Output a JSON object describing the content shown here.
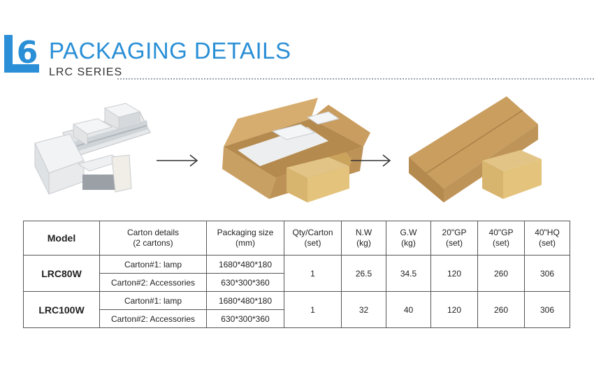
{
  "header": {
    "logo_glyph": "6",
    "title": "PACKAGING DETAILS",
    "subtitle": "LRC SERIES",
    "accent_color": "#2a8fd6"
  },
  "illustration": {
    "steps": [
      "lamp-with-foam-inserts",
      "open-carton-with-accessory-box",
      "sealed-cartons"
    ],
    "arrow_icons": [
      "arrow-right-icon",
      "arrow-right-icon"
    ],
    "carton_color": "#c9a063"
  },
  "table": {
    "headers": {
      "model": "Model",
      "carton_details": [
        "Carton details",
        "(2 cartons)"
      ],
      "packaging_size": [
        "Packaging size",
        "(mm)"
      ],
      "qty": [
        "Qty/Carton",
        "(set)"
      ],
      "nw": [
        "N.W",
        "(kg)"
      ],
      "gw": [
        "G.W",
        "(kg)"
      ],
      "gp20": [
        "20\"GP",
        "(set)"
      ],
      "gp40": [
        "40\"GP",
        "(set)"
      ],
      "hq40": [
        "40\"HQ",
        "(set)"
      ]
    },
    "rows": [
      {
        "model": "LRC80W",
        "carton1": "Carton#1: lamp",
        "size1": "1680*480*180",
        "carton2": "Carton#2: Accessories",
        "size2": "630*300*360",
        "qty": "1",
        "nw": "26.5",
        "gw": "34.5",
        "gp20": "120",
        "gp40": "260",
        "hq40": "306"
      },
      {
        "model": "LRC100W",
        "carton1": "Carton#1: lamp",
        "size1": "1680*480*180",
        "carton2": "Carton#2: Accessories",
        "size2": "630*300*360",
        "qty": "1",
        "nw": "32",
        "gw": "40",
        "gp20": "120",
        "gp40": "260",
        "hq40": "306"
      }
    ]
  }
}
